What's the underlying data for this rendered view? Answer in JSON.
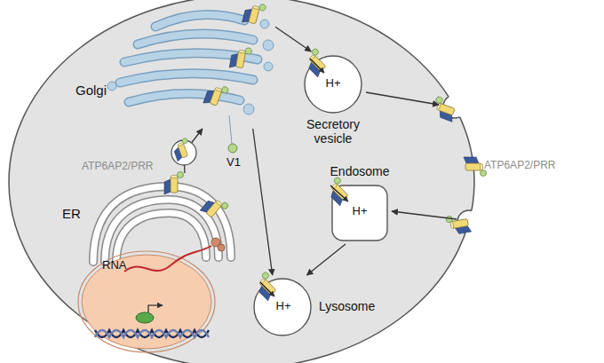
{
  "diagram": {
    "nodes": [
      {
        "text": [
          "Golgi"
        ]
      },
      {
        "text": [
          "H+",
          "Secretory vesicle"
        ]
      },
      {
        "text": [
          "ER"
        ]
      },
      {
        "text": [
          "Endosome",
          "H+"
        ]
      },
      {
        "text": [
          "RNA"
        ]
      },
      {
        "text": [
          "H+",
          "Lysosome"
        ]
      }
    ],
    "edges": [
      {
        "from": 2,
        "to": 0,
        "arrow": "to"
      },
      {
        "from": 0,
        "to": 1,
        "arrow": "to"
      },
      {
        "from": 0,
        "to": 5,
        "arrow": "to"
      },
      {
        "from": 3,
        "to": 5,
        "arrow": "to"
      }
    ],
    "labels": [
      "V1",
      "ATP6AP2/PRR",
      "ATP6AP2/PRR"
    ]
  }
}
